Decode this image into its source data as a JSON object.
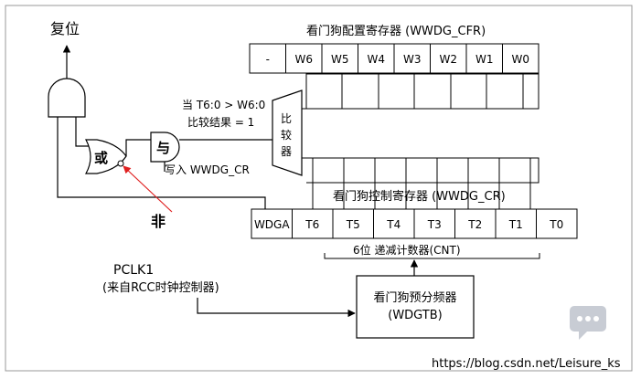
{
  "reset_label": "复位",
  "cfr_title": "看门狗配置寄存器 (WWDG_CFR)",
  "cfr_bits": [
    "-",
    "W6",
    "W5",
    "W4",
    "W3",
    "W2",
    "W1",
    "W0"
  ],
  "compare_condition": "当 T6:0 > W6:0",
  "compare_result": "比较结果 = 1",
  "comparator_label": [
    "比",
    "较",
    "器"
  ],
  "and_gate_label": "与",
  "or_gate_label": "或",
  "not_label": "非",
  "write_label": "写入  WWDG_CR",
  "cr_title": "看门狗控制寄存器 (WWDG_CR)",
  "cr_bits": [
    "WDGA",
    "T6",
    "T5",
    "T4",
    "T3",
    "T2",
    "T1",
    "T0"
  ],
  "counter_label": "6位  递减计数器(CNT)",
  "clock_source": "PCLK1",
  "clock_source_note": "(来自RCC时钟控制器)",
  "prescaler_title": "看门狗预分频器",
  "prescaler_sub": "(WDGTB)",
  "watermark": "https://blog.csdn.net/Leisure_ks",
  "colors": {
    "line": "#000000",
    "not_arrow": "#e02020",
    "frame": "#999999",
    "watermark": "#aaaaaa"
  }
}
